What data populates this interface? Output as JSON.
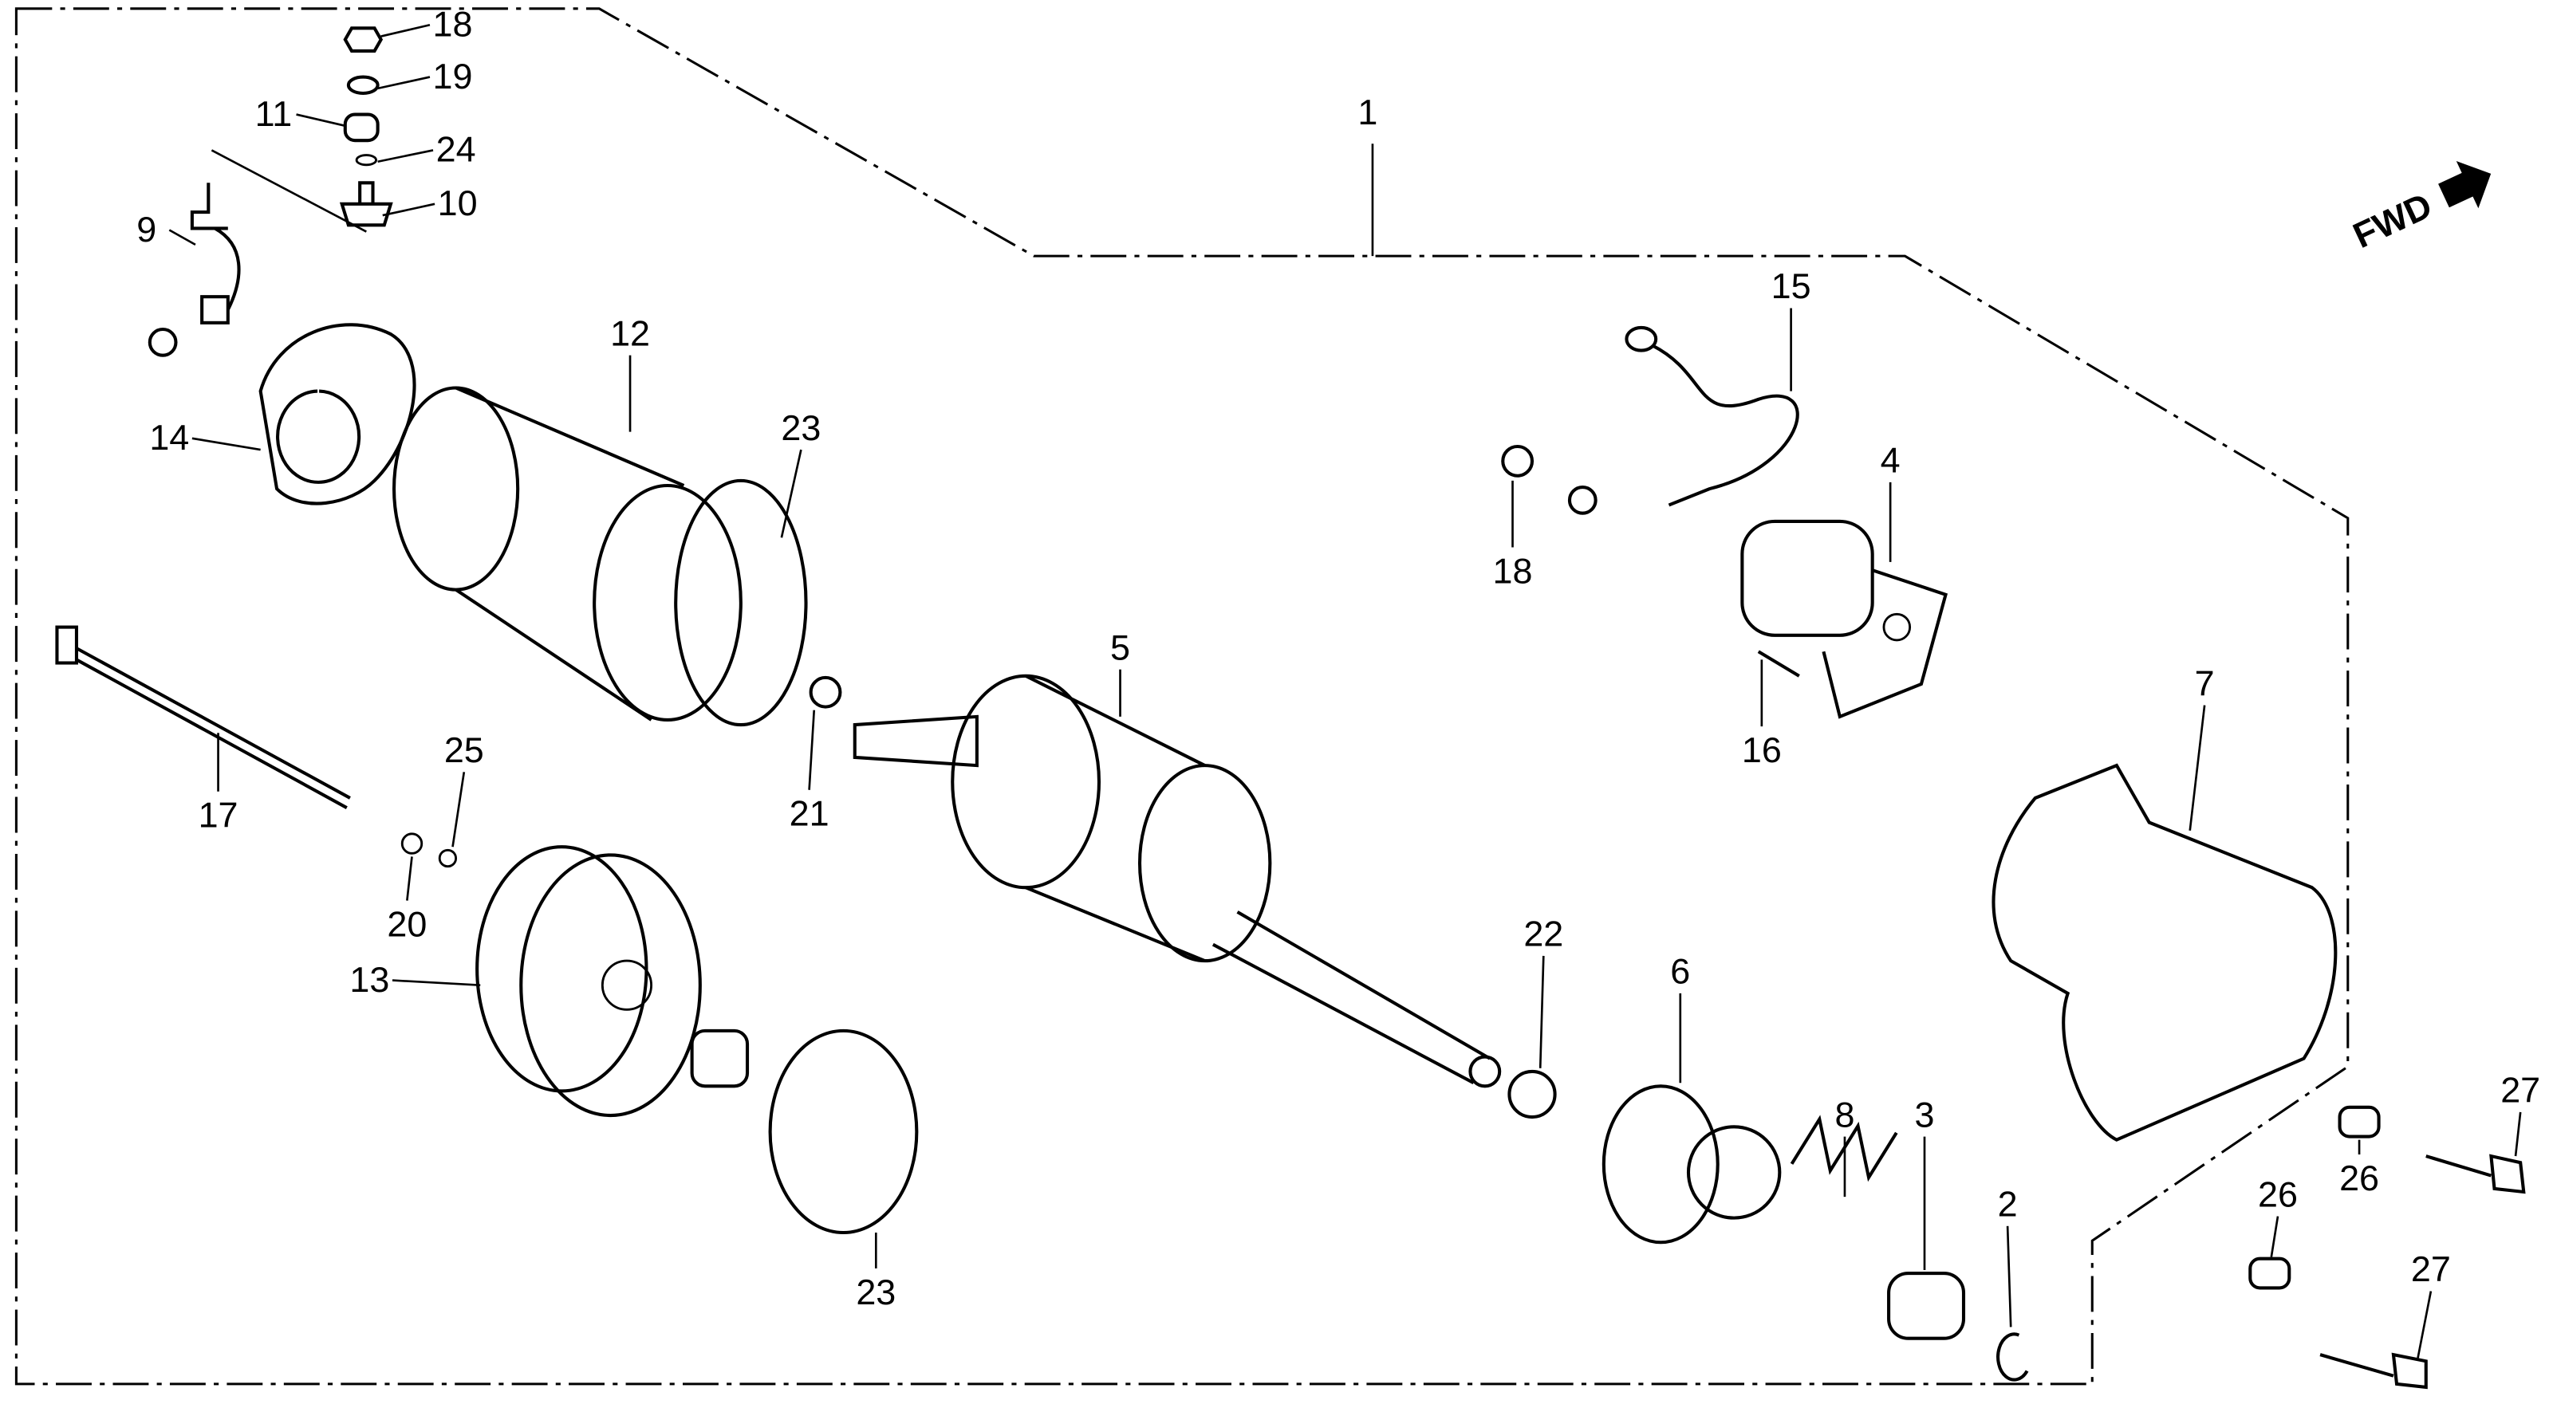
{
  "diagram": {
    "fwd_label": "FWD",
    "callouts": [
      "1",
      "2",
      "3",
      "4",
      "5",
      "6",
      "7",
      "8",
      "9",
      "10",
      "11",
      "12",
      "13",
      "14",
      "15",
      "16",
      "17",
      "18",
      "18",
      "19",
      "20",
      "21",
      "22",
      "23",
      "23",
      "24",
      "25",
      "26",
      "26",
      "27",
      "27"
    ]
  }
}
